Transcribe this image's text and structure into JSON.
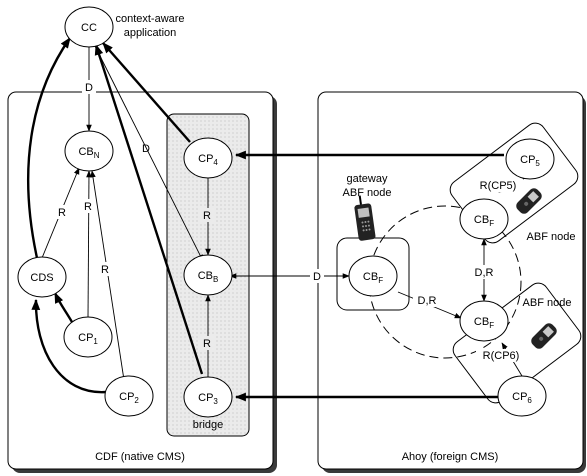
{
  "cc_label": "CC",
  "cc_note_line1": "context-aware",
  "cc_note_line2": "application",
  "cdf_caption": "CDF (native CMS)",
  "ahoy_caption": "Ahoy (foreign CMS)",
  "bridge_caption": "bridge",
  "gateway_line1": "gateway",
  "gateway_line2": "ABF node",
  "abf_top_label": "ABF node",
  "abf_bottom_label": "ABF node",
  "nodes": {
    "cbn": {
      "main": "CB",
      "sub": "N"
    },
    "cds": {
      "main": "CDS",
      "sub": ""
    },
    "cp1": {
      "main": "CP",
      "sub": "1"
    },
    "cp2": {
      "main": "CP",
      "sub": "2"
    },
    "cp4": {
      "main": "CP",
      "sub": "4"
    },
    "cbb": {
      "main": "CB",
      "sub": "B"
    },
    "cp3": {
      "main": "CP",
      "sub": "3"
    },
    "cbf_gw": {
      "main": "CB",
      "sub": "F"
    },
    "cp5": {
      "main": "CP",
      "sub": "5"
    },
    "cbf_top": {
      "main": "CB",
      "sub": "F"
    },
    "cbf_bot": {
      "main": "CB",
      "sub": "F"
    },
    "cp6": {
      "main": "CP",
      "sub": "6"
    }
  },
  "edge_labels": {
    "d_cc_cbn": "D",
    "d_cc_cbb": "D",
    "r_cds_cbn": "R",
    "r_cp1_cbn": "R",
    "r_cp2_cbn": "R",
    "r_cp4_cbb": "R",
    "r_cp3_cbb": "R",
    "d_cbb_cbf": "D",
    "r_cp5_cbf": "R(CP5)",
    "dr_vertical": "D,R",
    "dr_diagonal": "D,R",
    "r_cp6_cbf": "R(CP6)"
  }
}
